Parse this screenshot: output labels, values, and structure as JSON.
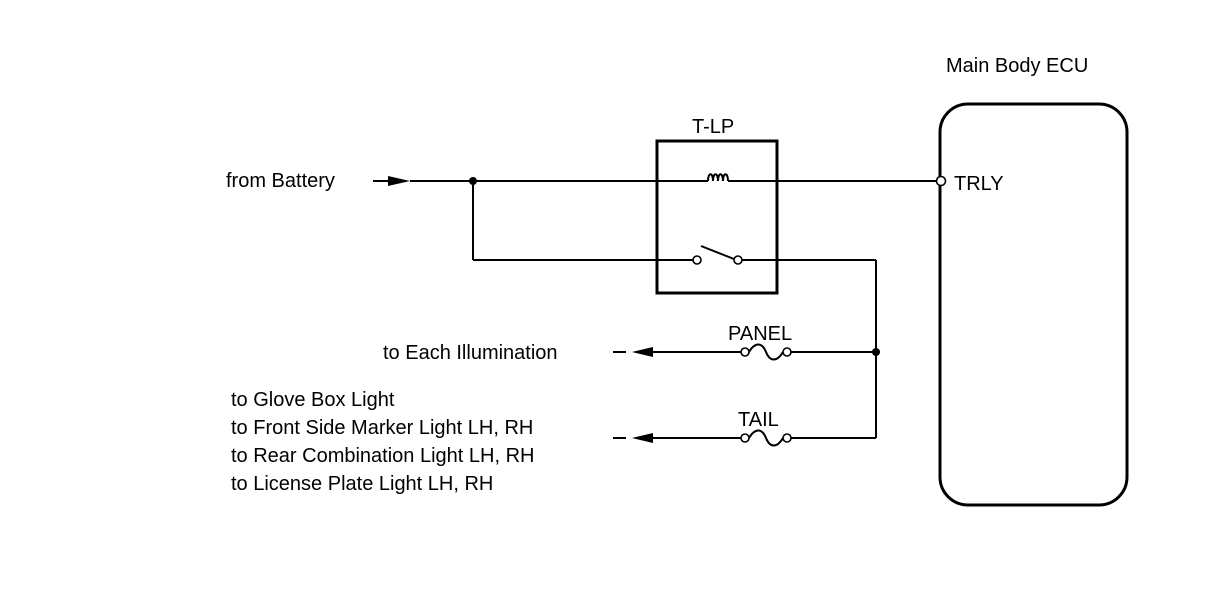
{
  "diagram": {
    "ecu_label": "Main Body ECU",
    "relay_label": "T-LP",
    "ecu_terminal_label": "TRLY",
    "battery_label": "from Battery",
    "panel_fuse_label": "PANEL",
    "tail_fuse_label": "TAIL",
    "illumination_label": "to Each Illumination",
    "tail_destinations": [
      "to Glove Box Light",
      "to Front Side Marker Light LH, RH",
      "to Rear Combination Light LH, RH",
      "to License Plate Light LH, RH"
    ]
  }
}
